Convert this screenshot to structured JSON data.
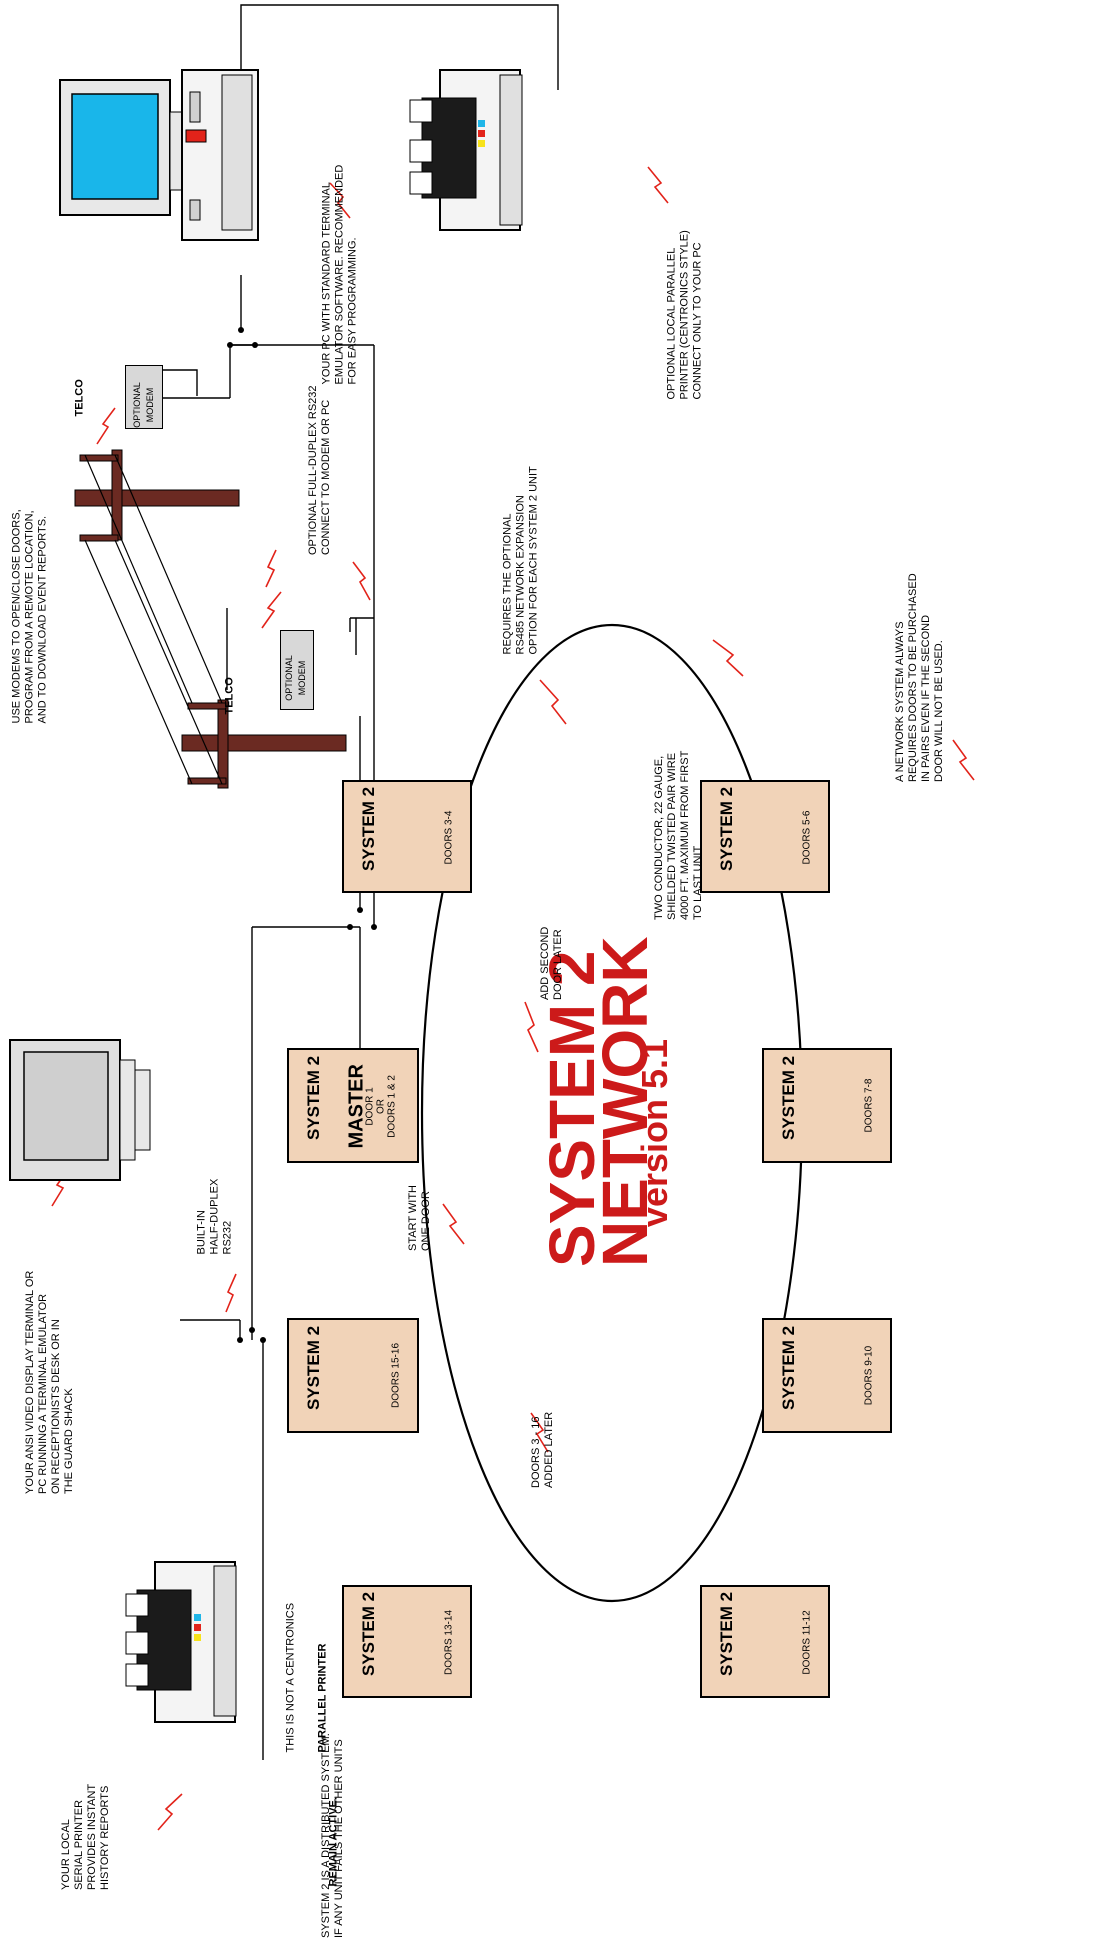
{
  "title": {
    "line1": "SYSTEM 2",
    "line2": "NETWORK",
    "line3": "version 5.1",
    "color": "#cc1a1a"
  },
  "units": [
    {
      "id": "master",
      "title": "SYSTEM 2",
      "master": "MASTER",
      "doors": "DOOR 1\nOR\nDOORS 1 & 2"
    },
    {
      "id": "u34",
      "title": "SYSTEM 2",
      "doors": "DOORS 3-4"
    },
    {
      "id": "u56",
      "title": "SYSTEM 2",
      "doors": "DOORS 5-6"
    },
    {
      "id": "u78",
      "title": "SYSTEM 2",
      "doors": "DOORS 7-8"
    },
    {
      "id": "u910",
      "title": "SYSTEM 2",
      "doors": "DOORS 9-10"
    },
    {
      "id": "u1112",
      "title": "SYSTEM 2",
      "doors": "DOORS 11-12"
    },
    {
      "id": "u1314",
      "title": "SYSTEM 2",
      "doors": "DOORS 13-14"
    },
    {
      "id": "u1516",
      "title": "SYSTEM 2",
      "doors": "DOORS 15-16"
    }
  ],
  "modems": {
    "top": "OPTIONAL\nMODEM",
    "middle": "OPTIONAL\nMODEM"
  },
  "labels": {
    "telco1": "TELCO",
    "telco2": "TELCO",
    "use_modems": "USE MODEMS TO OPEN/CLOSE DOORS,\nPROGRAM FROM A REMOTE LOCATION,\nAND TO DOWNLOAD EVENT REPORTS.",
    "pc_standard": "YOUR PC WITH STANDARD TERMINAL\nEMULATOR SOFTWARE. RECOMMENDED\nFOR EASY PROGRAMMING.",
    "parallel_printer": "OPTIONAL LOCAL PARALLEL\nPRINTER (CENTRONICS STYLE)\nCONNECT ONLY TO YOUR PC",
    "full_duplex": "OPTIONAL FULL-DUPLEX RS232\nCONNECT TO MODEM OR PC",
    "rs485": "REQUIRES THE OPTIONAL\nRS485 NETWORK EXPANSION\nOPTION FOR EACH SYSTEM 2 UNIT",
    "wire": "TWO CONDUCTOR, 22 GAUGE,\nSHIELDED TWISTED PAIR WIRE\n4000 FT. MAXIMUM FROM FIRST\nTO LAST UNIT",
    "pairs": "A NETWORK SYSTEM ALWAYS\nREQUIRES DOORS TO BE PURCHASED\nIN PAIRS EVEN IF THE SECOND\nDOOR WILL NOT BE USED.",
    "add_second": "ADD SECOND\nDOOR LATER",
    "start_one": "START WITH\nONE DOOR",
    "builtin": "BUILT-IN\nHALF-DUPLEX\nRS232",
    "ansi_terminal": "YOUR ANSI VIDEO DISPLAY TERMINAL OR\nPC RUNNING A TERMINAL EMULATOR\nON RECEPTIONISTS DESK OR IN\nTHE GUARD SHACK",
    "serial_printer": "YOUR LOCAL\nSERIAL PRINTER\nPROVIDES INSTANT\nHISTORY REPORTS",
    "not_centronics_1": "THIS IS NOT A CENTRONICS",
    "not_centronics_2": "PARALLEL PRINTER",
    "doors_added": "DOORS 3 - 16\nADDED LATER",
    "distributed_1": "SYSTEM 2 IS A DISTRIBUTED SYSTEM.\nIF ANY UNIT FAILS THE OTHER UNITS",
    "distributed_2": "REMAIN ACTIVE."
  },
  "colors": {
    "unit_fill": "#f1d3b8",
    "pole_brown": "#6b2a22",
    "monitor_screen": "#19b6ea",
    "accent_red": "#e2231a"
  }
}
